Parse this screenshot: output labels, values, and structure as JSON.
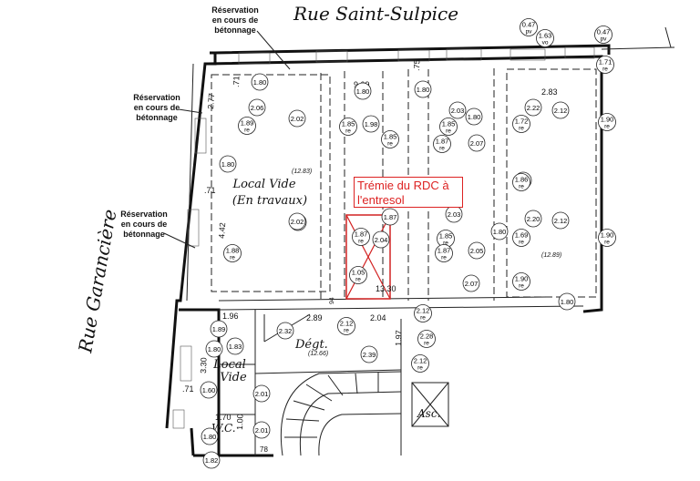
{
  "streets": {
    "top": "Rue Saint-Sulpice",
    "left": "Rue Garancière"
  },
  "notes": {
    "reservation_1": [
      "Réservation",
      "en cours de",
      "bétonnage"
    ],
    "reservation_2": [
      "Réservation",
      "en cours de",
      "bétonnage"
    ],
    "reservation_3": [
      "Réservation",
      "en cours de",
      "bétonnage"
    ]
  },
  "rooms": {
    "local_vide_main": [
      "Local Vide",
      "(En travaux)"
    ],
    "local_vide_small": [
      "Local",
      "Vide"
    ],
    "degt": "Dégt.",
    "wc": "W.C.",
    "asc": "Asc."
  },
  "levels": {
    "main": "(12.83)",
    "right": "(12.89)",
    "degt": "(12.66)"
  },
  "annotation": {
    "tremie": "Trémie du RDC à l'entresol"
  },
  "dimensions": {
    "d_277": "2.77",
    "d_071_top": ".71",
    "d_909": "9.09",
    "d_075": ".75",
    "d_283": "2.83",
    "d_071_left": ".71",
    "d_442": "4.42",
    "d_1330": "13.30",
    "d_196": "1.96",
    "d_289": "2.89",
    "d_204_h": "2.04",
    "d_330": "3.30",
    "d_197": "1.97",
    "d_071_bottom": ".71",
    "d_170": "1.70",
    "d_100": "1.00",
    "d_78": "78",
    "d_94": "94"
  },
  "markers": [
    {
      "v": "1.80",
      "s": ""
    },
    {
      "v": "1.80",
      "s": ""
    },
    {
      "v": "1.80",
      "s": ""
    },
    {
      "v": "1.80",
      "s": ""
    },
    {
      "v": "2.06",
      "s": ""
    },
    {
      "v": "1.89",
      "s": "re"
    },
    {
      "v": "2.02",
      "s": ""
    },
    {
      "v": "1.85",
      "s": "re"
    },
    {
      "v": "1.98",
      "s": ""
    },
    {
      "v": "2.03",
      "s": ""
    },
    {
      "v": "1.85",
      "s": "re"
    },
    {
      "v": "1.80",
      "s": ""
    },
    {
      "v": "2.22",
      "s": ""
    },
    {
      "v": "1.72",
      "s": "re"
    },
    {
      "v": "2.12",
      "s": ""
    },
    {
      "v": "1.90",
      "s": "re"
    },
    {
      "v": "1.85",
      "s": "re"
    },
    {
      "v": "1.87",
      "s": "re"
    },
    {
      "v": "2.07",
      "s": ""
    },
    {
      "v": "1.80",
      "s": ""
    },
    {
      "v": "1.86",
      "s": "re"
    },
    {
      "v": "2.02",
      "s": ""
    },
    {
      "v": "1.88",
      "s": "re"
    },
    {
      "v": "2.02",
      "s": ""
    },
    {
      "v": "1.87",
      "s": "re"
    },
    {
      "v": "2.04",
      "s": ""
    },
    {
      "v": "1.87",
      "s": ""
    },
    {
      "v": "2.03",
      "s": ""
    },
    {
      "v": "1.85",
      "s": "re"
    },
    {
      "v": "1.87",
      "s": "re"
    },
    {
      "v": "1.80",
      "s": ""
    },
    {
      "v": "2.20",
      "s": ""
    },
    {
      "v": "1.69",
      "s": "re"
    },
    {
      "v": "2.12",
      "s": ""
    },
    {
      "v": "1.90",
      "s": "re"
    },
    {
      "v": "2.05",
      "s": ""
    },
    {
      "v": "1.05",
      "s": "re"
    },
    {
      "v": "2.07",
      "s": ""
    },
    {
      "v": "1.90",
      "s": "re"
    },
    {
      "v": "1.80",
      "s": ""
    },
    {
      "v": "0.47",
      "s": "pv"
    },
    {
      "v": "1.63",
      "s": "vo"
    },
    {
      "v": "0.47",
      "s": "pv"
    },
    {
      "v": "1.71",
      "s": "re"
    },
    {
      "v": "1.89",
      "s": ""
    },
    {
      "v": "1.80",
      "s": ""
    },
    {
      "v": "1.83",
      "s": ""
    },
    {
      "v": "2.32",
      "s": ""
    },
    {
      "v": "2.12",
      "s": "re"
    },
    {
      "v": "2.12",
      "s": "re"
    },
    {
      "v": "2.28",
      "s": "re"
    },
    {
      "v": "2.39",
      "s": ""
    },
    {
      "v": "2.12",
      "s": "re"
    },
    {
      "v": "1.60",
      "s": ""
    },
    {
      "v": "2.01",
      "s": ""
    },
    {
      "v": "2.01",
      "s": ""
    },
    {
      "v": "1.80",
      "s": ""
    },
    {
      "v": "1.82",
      "s": ""
    }
  ],
  "colors": {
    "annotation": "#d22222",
    "ink": "#111111"
  }
}
